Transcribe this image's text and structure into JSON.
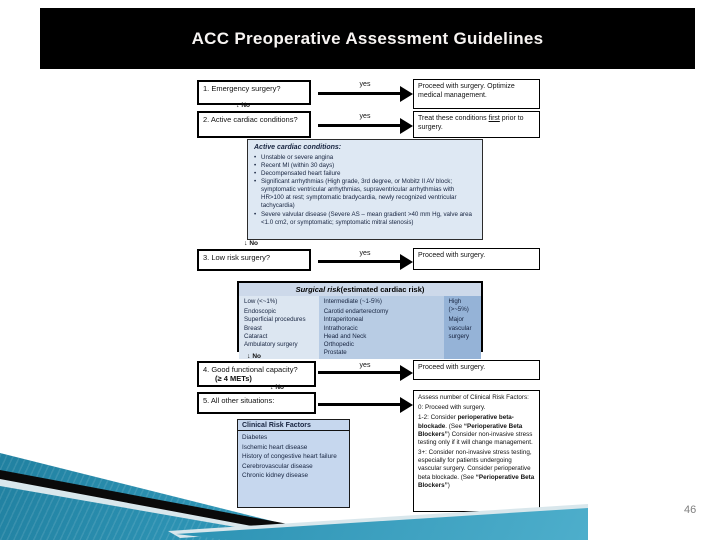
{
  "slide": {
    "title": "ACC Preoperative Assessment Guidelines",
    "page_number": "46"
  },
  "colors": {
    "header_bg": "#000000",
    "title_text": "#f7f4f2",
    "accent_teal": "#2d93b4",
    "pale_stripe": "#d9e7ec",
    "active_conditions_bg": "#dee8f3",
    "risk_low_bg": "#dce6f1",
    "risk_intermediate_bg": "#b8cce4",
    "risk_high_bg": "#95b3d7",
    "clinical_risk_bg": "#c6d7ee"
  },
  "flowchart": {
    "yes": "yes",
    "no": "No",
    "down_arrow": "↓",
    "q1": "1.  Emergency surgery?",
    "a1": "Proceed with surgery.  Optimize medical management.",
    "q2": "2.  Active cardiac conditions?",
    "a2_segments": [
      {
        "t": "Treat these conditions "
      },
      {
        "t": "first",
        "u": true
      },
      {
        "t": " prior to surgery."
      }
    ],
    "active_cardiac": {
      "title": "Active cardiac conditions:",
      "items": [
        "Unstable or severe angina",
        "Recent MI (within 30 days)",
        "Decompensated heart failure",
        "Significant arrhythmias (High grade, 3rd degree, or Mobitz II AV block; symptomatic ventricular arrhythmias, supraventricular arrhythmias with HR>100 at rest; symptomatic bradycardia, newly recognized ventricular tachycardia)",
        "Severe valvular disease (Severe AS – mean gradient >40 mm Hg, valve area <1.0 cm2, or symptomatic; symptomatic mitral stenosis)"
      ]
    },
    "q3": "3.  Low risk surgery?",
    "a3": "Proceed with surgery.",
    "surgical_risk": {
      "title_italic": "Surgical risk",
      "title_rest": " (estimated cardiac risk)",
      "columns": [
        {
          "header": "Low (<~1%)",
          "items": [
            "Endoscopic",
            "Superficial procedures",
            "Breast",
            "Cataract",
            "Ambulatory surgery"
          ]
        },
        {
          "header": "Intermediate (~1-5%)",
          "items": [
            "Carotid endarterectomy",
            "Intraperitoneal",
            "Intrathoracic",
            "Head and Neck",
            "Orthopedic",
            "Prostate"
          ]
        },
        {
          "header": "High (>~5%)",
          "items": [
            "Major vascular surgery"
          ]
        }
      ]
    },
    "q4": "4.  Good functional capacity?",
    "q4b": "(≥ 4 METs)",
    "a4": "Proceed with surgery.",
    "q5": "5.  All other situations:",
    "a5_lines": [
      [
        {
          "t": "Assess number of Clinical Risk Factors:"
        }
      ],
      [
        {
          "t": "0:   Proceed with surgery."
        }
      ],
      [
        {
          "t": "1-2:  Consider "
        },
        {
          "t": "perioperative beta-blockade",
          "b": true
        },
        {
          "t": ". (See "
        },
        {
          "t": "“Perioperative Beta Blockers”",
          "b": true
        },
        {
          "t": ") Consider non-invasive stress testing only if it will change management."
        }
      ],
      [
        {
          "t": "3+:  Consider non-invasive stress testing, especially for patients undergoing vascular surgery. Consider perioperative beta blockade. (See "
        },
        {
          "t": "“Perioperative Beta Blockers”",
          "b": true
        },
        {
          "t": ")"
        }
      ]
    ],
    "clinical_risk": {
      "title": "Clinical Risk Factors",
      "items": [
        "Diabetes",
        "Ischemic heart disease",
        "History of congestive heart failure",
        "Cerebrovascular disease",
        "Chronic kidney disease"
      ]
    }
  }
}
